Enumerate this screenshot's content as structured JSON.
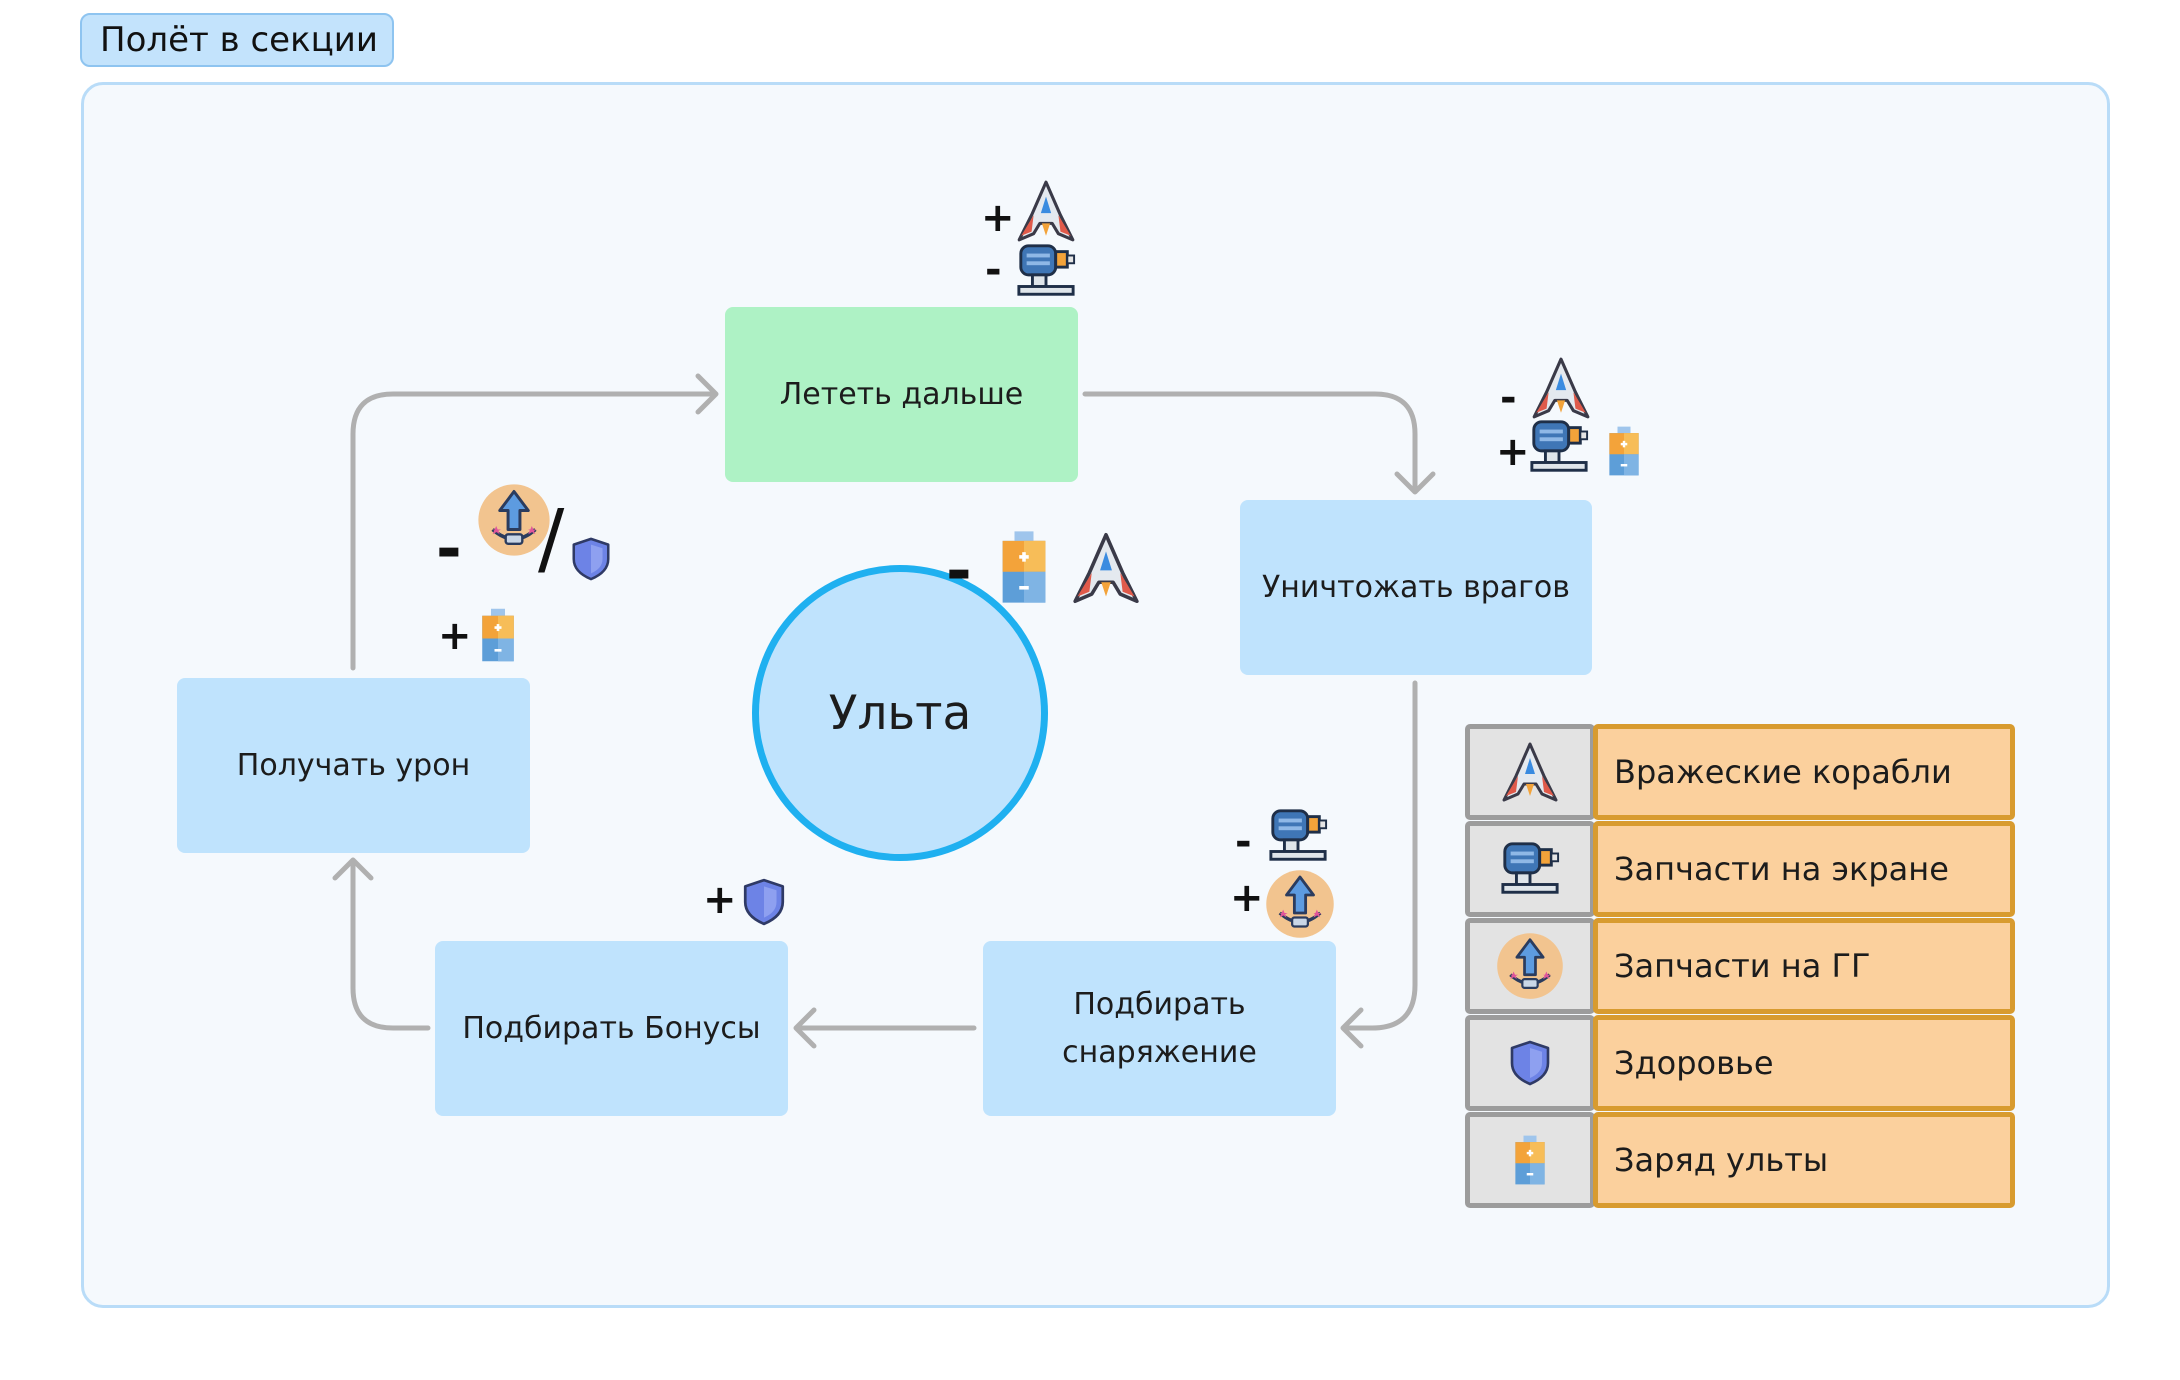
{
  "section": {
    "title": "Полёт в секции"
  },
  "nodes": {
    "fly": "Лететь дальше",
    "destroy": "Уничтожать врагов",
    "pickup_gear": "Подбирать снаряжение",
    "pickup_bonus": "Подбирать Бонусы",
    "take_damage": "Получать урон",
    "ult": "Ульта"
  },
  "signs": {
    "plus": "+",
    "minus": "-",
    "or": "/"
  },
  "legend": [
    {
      "icon": "enemy-ship-icon",
      "label": "Вражеские корабли"
    },
    {
      "icon": "screen-parts-icon",
      "label": "Запчасти на экране"
    },
    {
      "icon": "hero-parts-icon",
      "label": "Запчасти на ГГ"
    },
    {
      "icon": "health-shield-icon",
      "label": "Здоровье"
    },
    {
      "icon": "ult-charge-icon",
      "label": "Заряд ульты"
    }
  ],
  "colors": {
    "node_blue": "#bfe3fd",
    "node_green": "#aef2c5",
    "ult_border": "#1fb0f0",
    "legend_fill": "#fbd09d",
    "legend_border": "#d89b2f",
    "arrow": "#b0b0b0"
  }
}
